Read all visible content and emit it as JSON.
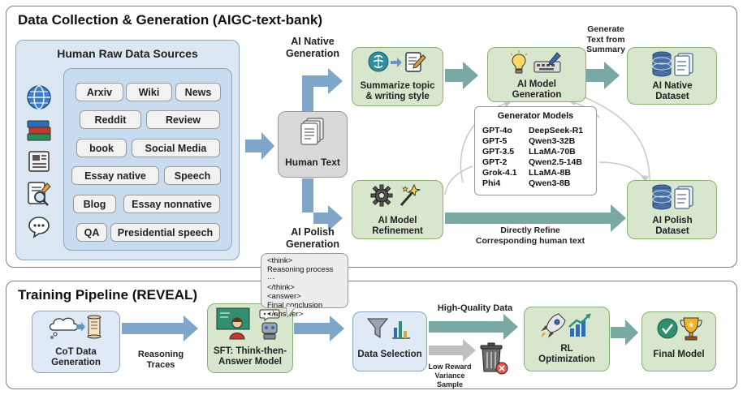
{
  "top": {
    "title": "Data Collection & Generation (AIGC-text-bank)",
    "sources_title": "Human Raw Data Sources",
    "sources": [
      "Arxiv",
      "Wiki",
      "News",
      "Reddit",
      "Review",
      "book",
      "Social Media",
      "Essay native",
      "Speech",
      "Blog",
      "Essay nonnative",
      "QA",
      "Presidential speech"
    ],
    "human_text": "Human Text",
    "ai_native_label": "AI Native Generation",
    "ai_polish_label": "AI Polish Generation",
    "summarize": "Summarize topic & writing style",
    "model_generation": "AI Model Generation",
    "model_refinement": "AI Model Refinement",
    "generate_from_summary": "Generate Text from Summary",
    "native_dataset": "AI Native Dataset",
    "polish_dataset": "AI Polish Dataset",
    "refine_label": "Directly Refine Corresponding human text",
    "generator_title": "Generator Models",
    "models_left": [
      "GPT-4o",
      "GPT-5",
      "GPT-3.5",
      "GPT-2",
      "Grok-4.1",
      "Phi4"
    ],
    "models_right": [
      "DeepSeek-R1",
      "Qwen3-32B",
      "LLaMA-70B",
      "Qwen2.5-14B",
      "LLaMA-8B",
      "Qwen3-8B"
    ]
  },
  "bottom": {
    "title": "Training Pipeline (REVEAL)",
    "cot": "CoT Data Generation",
    "reasoning_traces": "Reasoning Traces",
    "sft": "SFT: Think-then-Answer Model",
    "bubble_lines": [
      "<think>",
      "Reasoning process ···",
      "</think>",
      "<answer>",
      "Final conclusion",
      "</answer>"
    ],
    "data_selection": "Data Selection",
    "high_quality": "High-Quality Data",
    "low_reward": "Low Reward Variance Sample",
    "rl": "RL Optimization",
    "final": "Final Model"
  },
  "colors": {
    "arrow_blue": "#7fa6c9",
    "arrow_teal": "#7aa8a2",
    "arrow_gray": "#bfbfbf",
    "green_fill": "#d7e6cc",
    "blue_fill": "#dbe7f3"
  }
}
